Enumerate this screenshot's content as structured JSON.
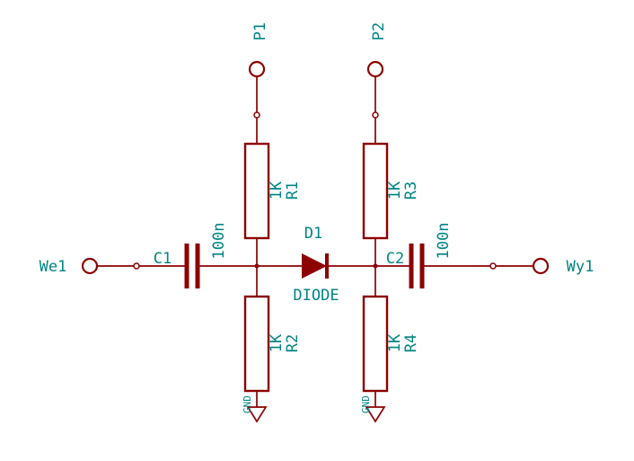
{
  "colors": {
    "component": "#8c0000",
    "text": "#008484",
    "background": "#ffffff"
  },
  "schematic": {
    "ports": {
      "input": {
        "label": "We1"
      },
      "output": {
        "label": "Wy1"
      },
      "p1": {
        "label": "P1"
      },
      "p2": {
        "label": "P2"
      }
    },
    "resistors": {
      "r1": {
        "ref": "R1",
        "value": "1K"
      },
      "r2": {
        "ref": "R2",
        "value": "1K"
      },
      "r3": {
        "ref": "R3",
        "value": "1K"
      },
      "r4": {
        "ref": "R4",
        "value": "1K"
      }
    },
    "capacitors": {
      "c1": {
        "ref": "C1",
        "value": "100n"
      },
      "c2": {
        "ref": "C2",
        "value": "100n"
      }
    },
    "diodes": {
      "d1": {
        "ref": "D1",
        "value": "DIODE"
      }
    },
    "grounds": {
      "gnd1": {
        "label": "GND"
      },
      "gnd2": {
        "label": "GND"
      }
    }
  }
}
